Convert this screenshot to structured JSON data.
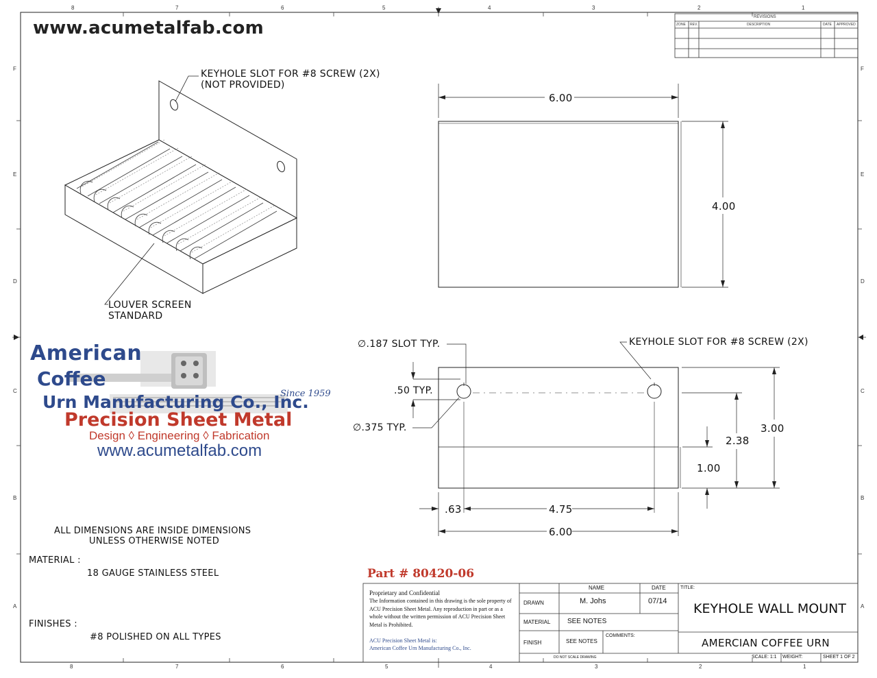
{
  "header": {
    "url": "www.acumetalfab.com"
  },
  "border_labels": {
    "top": [
      "8",
      "7",
      "6",
      "5",
      "4",
      "3",
      "2",
      "1"
    ],
    "bottom": [
      "8",
      "7",
      "6",
      "5",
      "4",
      "3",
      "2",
      "1"
    ],
    "left": [
      "F",
      "E",
      "D",
      "C",
      "B",
      "A"
    ],
    "right": [
      "F",
      "E",
      "D",
      "C",
      "B",
      "A"
    ]
  },
  "revisions": {
    "title": "REVISIONS",
    "columns": [
      "ZONE",
      "REV.",
      "DESCRIPTION",
      "DATE",
      "APPROVED"
    ]
  },
  "iso_view": {
    "keyhole_note_line1": "KEYHOLE SLOT FOR #8 SCREW (2X)",
    "keyhole_note_line2": "(NOT PROVIDED)",
    "louver_note_line1": "LOUVER SCREEN",
    "louver_note_line2": "STANDARD"
  },
  "top_view": {
    "width": "6.00",
    "height": "4.00"
  },
  "front_view": {
    "slot_dia": "∅.187 SLOT TYP.",
    "slot_offset": ".50 TYP.",
    "hole_dia": "∅.375 TYP.",
    "keyhole_note": "KEYHOLE SLOT FOR #8 SCREW (2X)",
    "height_total": "3.00",
    "hole_height": "2.38",
    "lip_height": "1.00",
    "left_offset": ".63",
    "hole_spacing": "4.75",
    "width": "6.00"
  },
  "logo": {
    "line1": "American",
    "line2": "Coffee",
    "line3": "Urn Manufacturing Co., Inc.",
    "since": "Since 1959",
    "line4": "Precision Sheet Metal",
    "line5": "Design ◊ Engineering ◊ Fabrication",
    "line6": "www.acumetalfab.com"
  },
  "notes": {
    "dims_line1": "ALL DIMENSIONS ARE INSIDE DIMENSIONS",
    "dims_line2": "UNLESS OTHERWISE NOTED",
    "material_label": "MATERIAL :",
    "material_value": "18 GAUGE STAINLESS STEEL",
    "finishes_label": "FINISHES :",
    "finishes_value": "#8 POLISHED ON ALL TYPES"
  },
  "part_number": "Part # 80420-06",
  "title_block": {
    "proprietary_title": "Proprietary and Confidential",
    "proprietary_text": "The Information contained in this drawing is the sole property of ACU Precision Sheet Metal. Any reproduction in part or as a whole without the written permission of ACU Precision Sheet Metal is Prohibited.",
    "acu_line": "ACU Precision Sheet Metal is:",
    "acu_line2": "American Coffee Urn Manufacturing Co., Inc.",
    "name_header": "NAME",
    "date_header": "DATE",
    "drawn_label": "DRAWN",
    "drawn_name": "M. Johs",
    "drawn_date": "07/14",
    "material_label": "MATERIAL",
    "material_value": "SEE NOTES",
    "finish_label": "FINISH",
    "finish_value": "SEE NOTES",
    "comments_label": "COMMENTS:",
    "do_not_scale": "DO NOT SCALE DRAWING",
    "title_label": "TITLE:",
    "title": "KEYHOLE WALL MOUNT",
    "company": "AMERCIAN COFFEE URN",
    "scale": "SCALE: 1:1",
    "weight": "WEIGHT:",
    "sheet": "SHEET 1 OF 2"
  }
}
